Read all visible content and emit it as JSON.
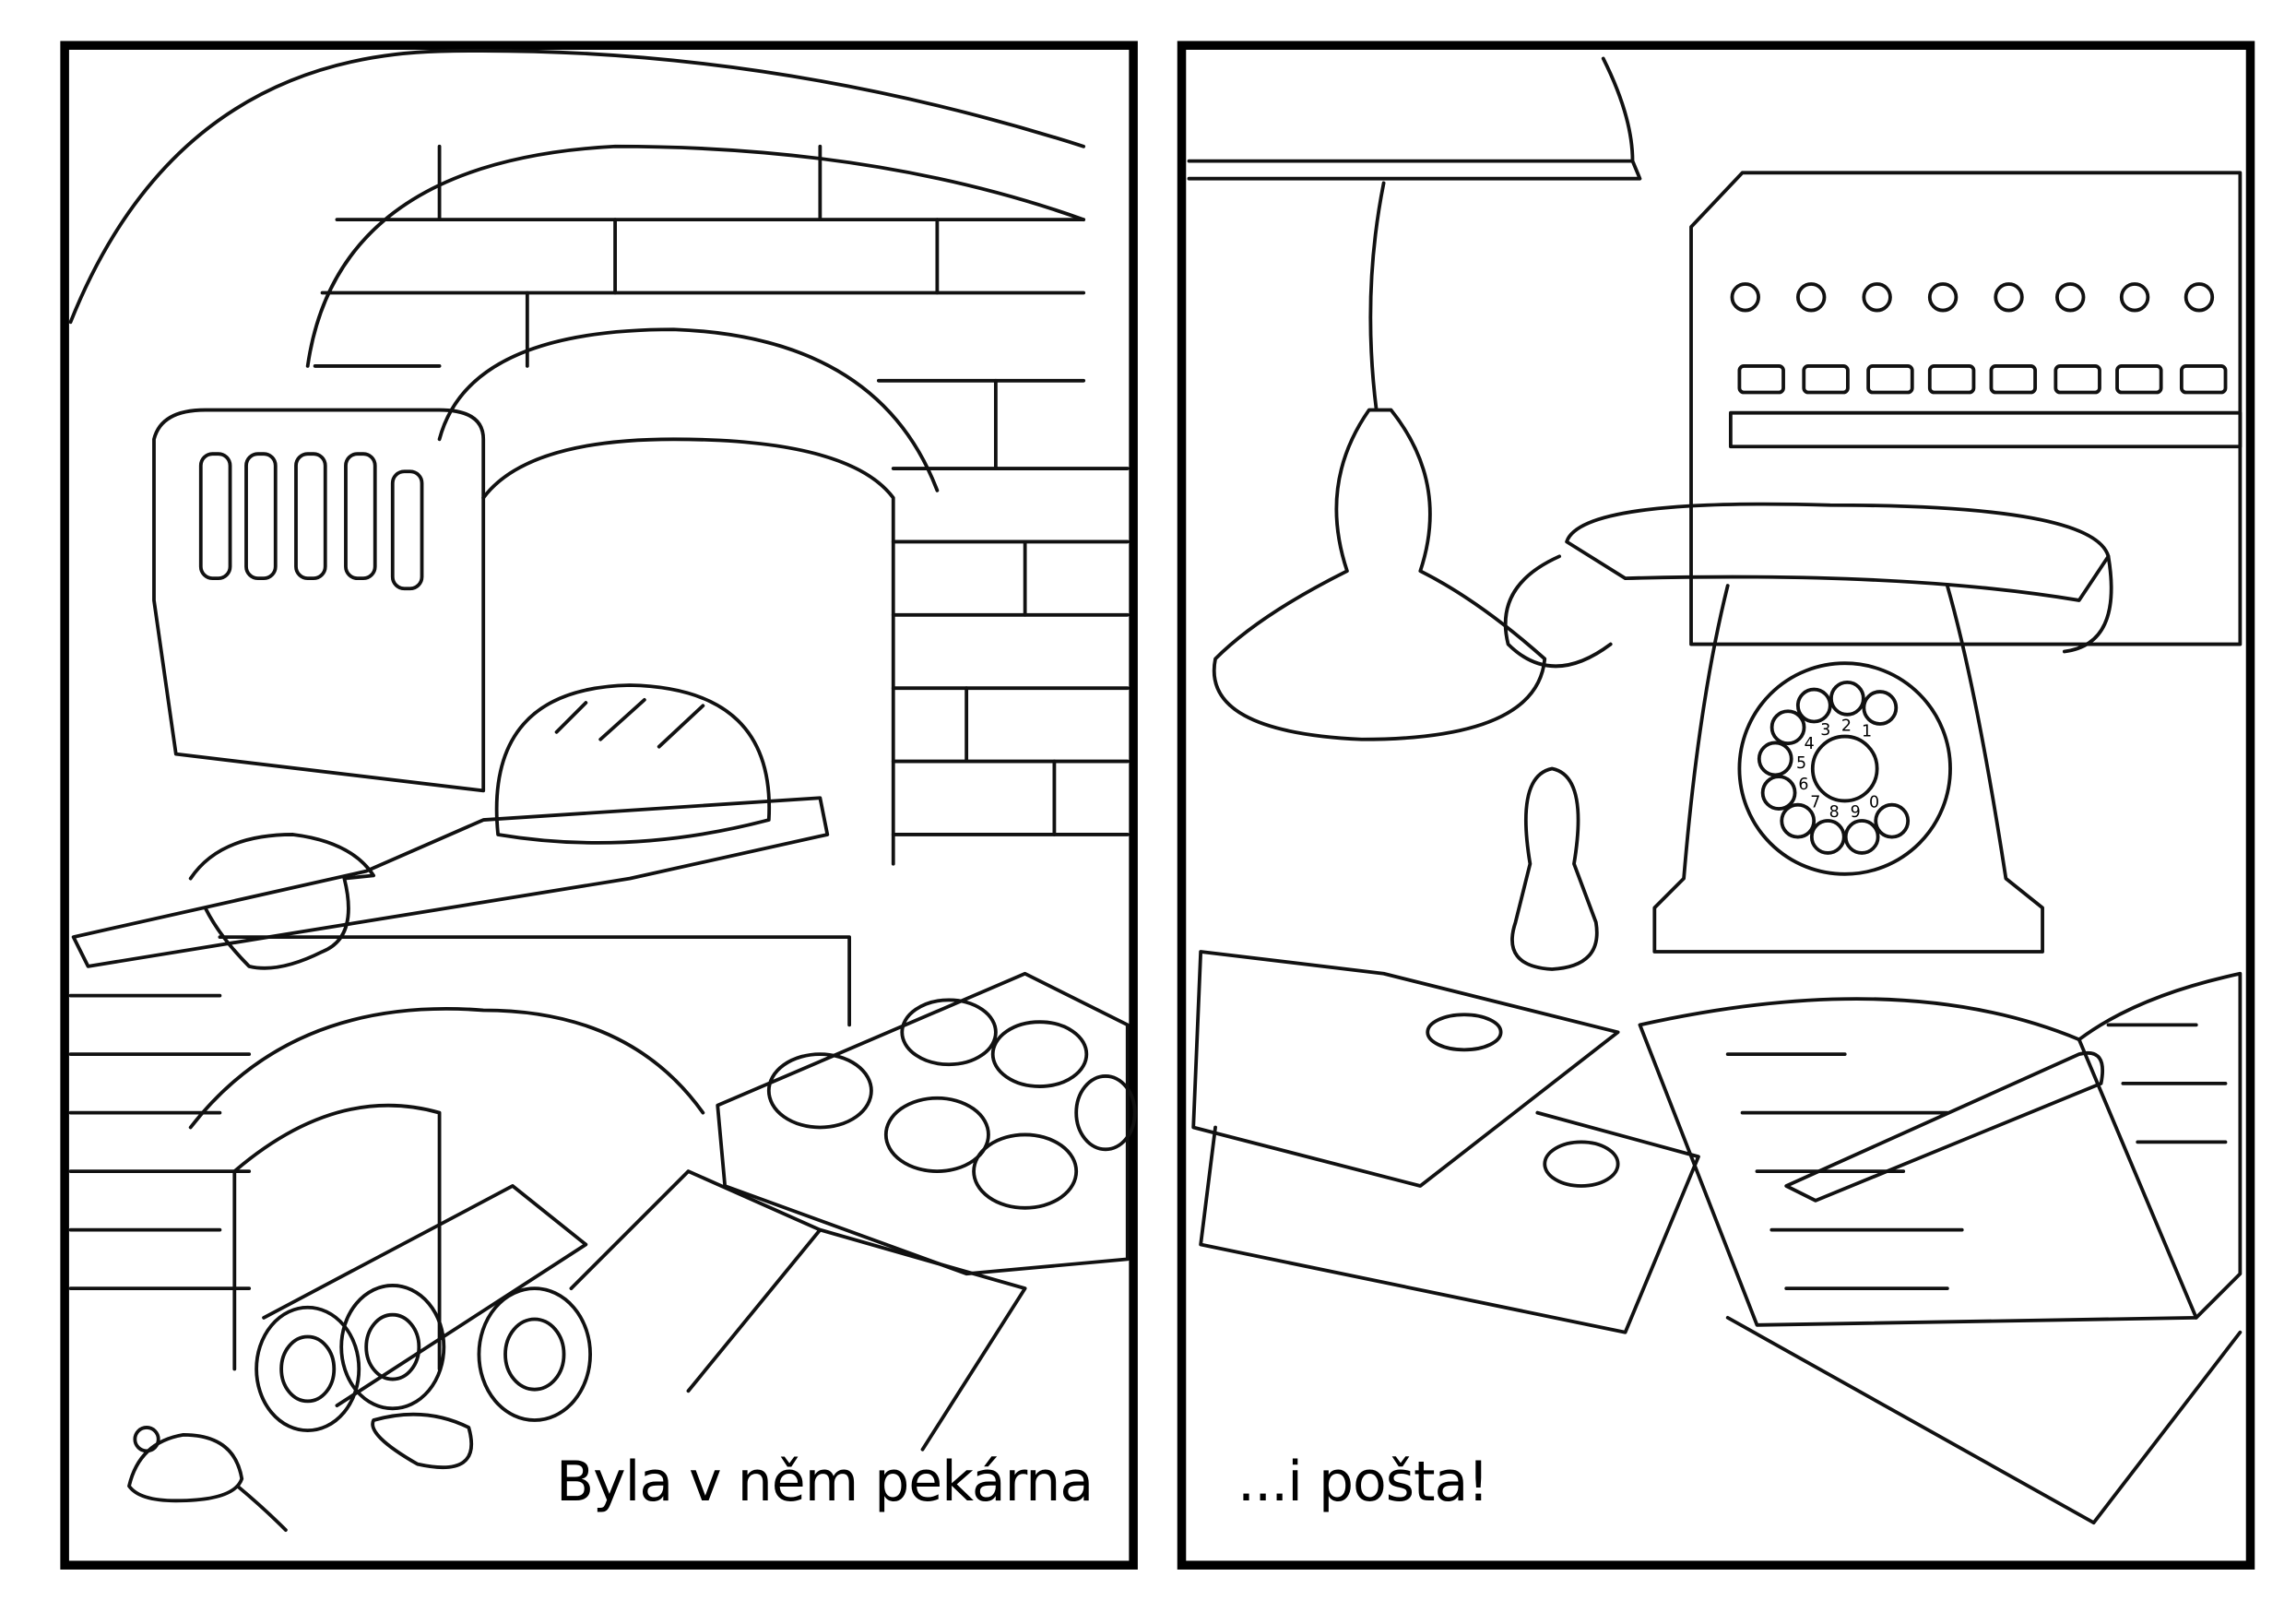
{
  "panels": [
    {
      "scene": "bakery",
      "caption": "Byla v něm pekárna"
    },
    {
      "scene": "post-office",
      "caption": "...i pošta!"
    }
  ],
  "telephone_dial_digits": "1234567890",
  "colors": {
    "ink": "#000000",
    "paper": "#ffffff"
  }
}
